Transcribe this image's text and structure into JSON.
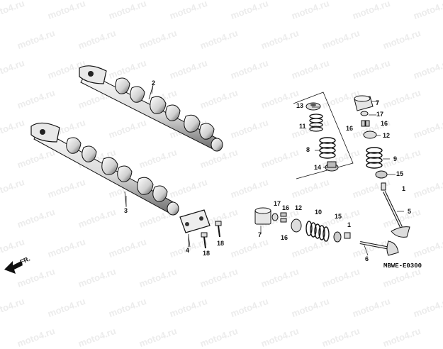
{
  "watermark": "moto4.ru",
  "diagram_code": "MBWE-E0300",
  "direction_label": "FR.",
  "callouts": {
    "c1a": "1",
    "c1b": "1",
    "c2": "2",
    "c3": "3",
    "c4": "4",
    "c5": "5",
    "c6": "6",
    "c7a": "7",
    "c7b": "7",
    "c8": "8",
    "c9": "9",
    "c10": "10",
    "c11": "11",
    "c12a": "12",
    "c12b": "12",
    "c13": "13",
    "c14": "14",
    "c15a": "15",
    "c15b": "15",
    "c16a": "16",
    "c16b": "16",
    "c16c": "16",
    "c16d": "16",
    "c17a": "17",
    "c17b": "17",
    "c18a": "18",
    "c18b": "18"
  }
}
